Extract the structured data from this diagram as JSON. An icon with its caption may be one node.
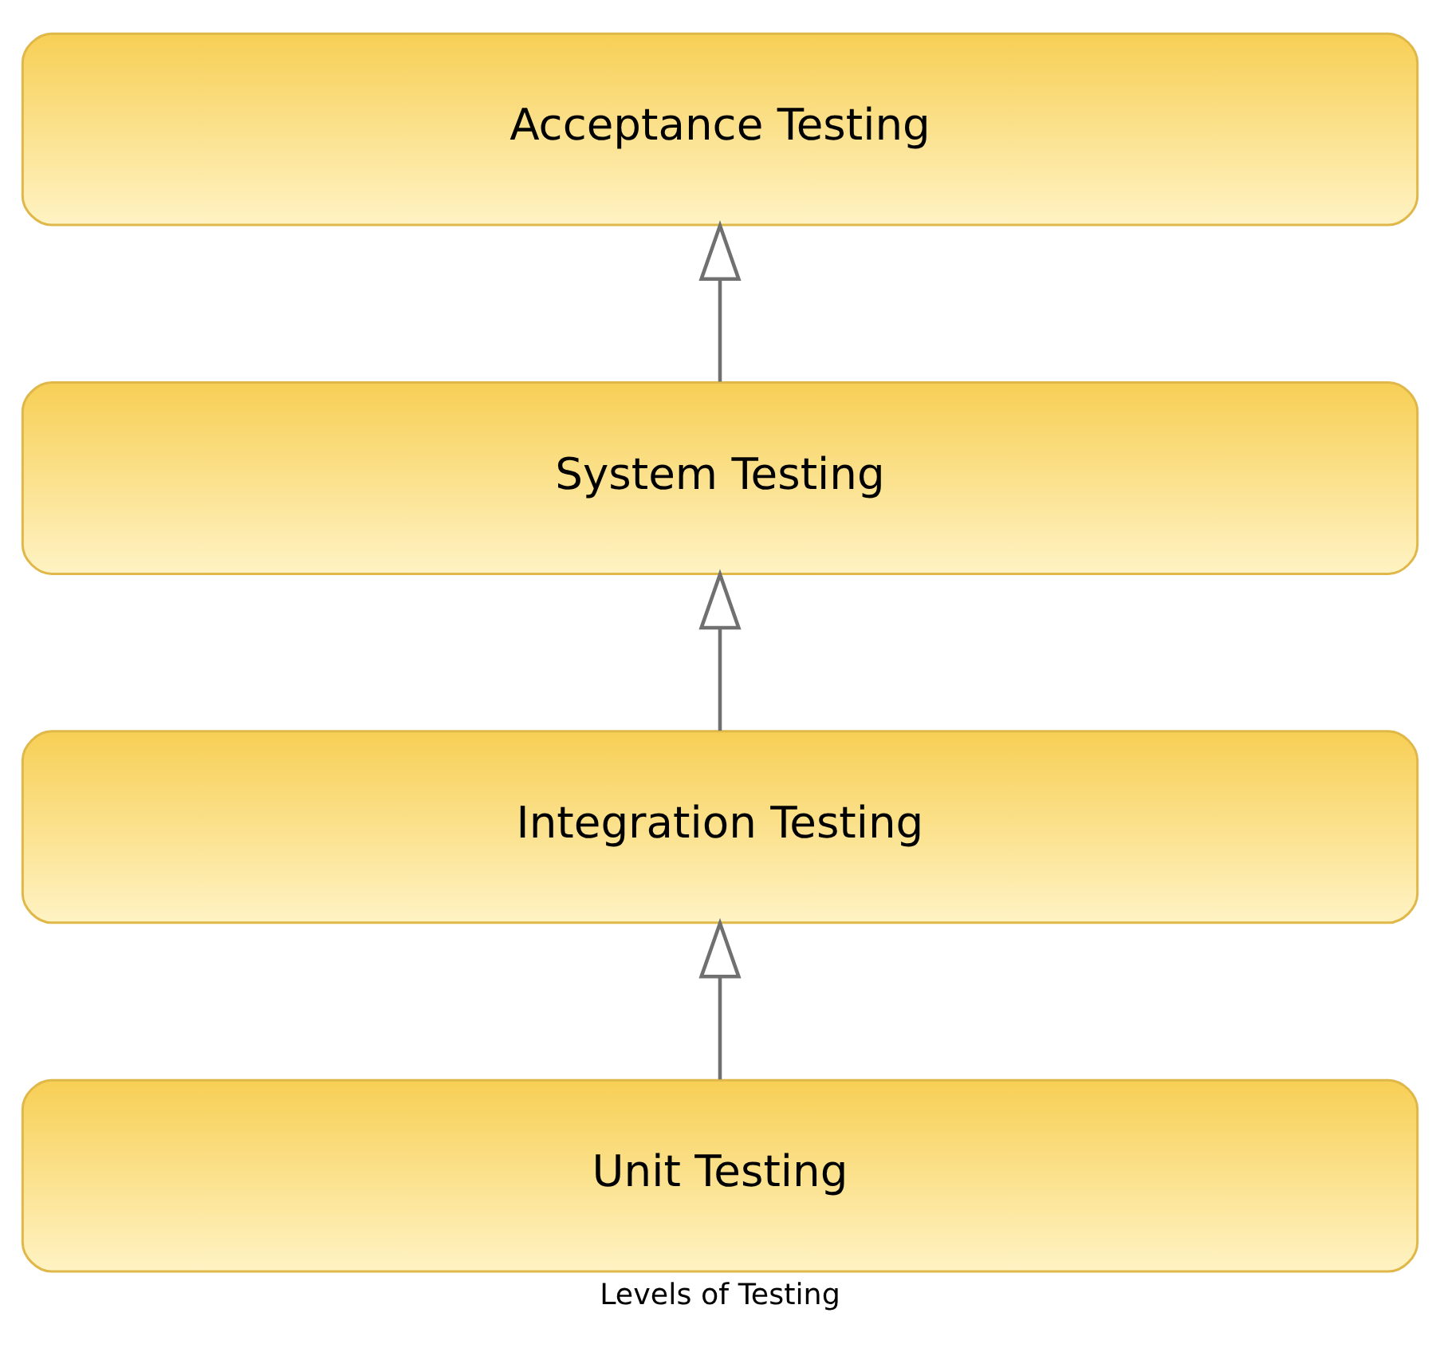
{
  "diagram": {
    "caption": "Levels of Testing",
    "nodes": [
      {
        "text": [
          "Acceptance Testing"
        ]
      },
      {
        "text": [
          "System Testing"
        ]
      },
      {
        "text": [
          "Integration Testing"
        ]
      },
      {
        "text": [
          "Unit Testing"
        ]
      }
    ],
    "edges": [
      {
        "from": 1,
        "to": 0,
        "arrow": "to"
      },
      {
        "from": 2,
        "to": 1,
        "arrow": "to"
      },
      {
        "from": 3,
        "to": 2,
        "arrow": "to"
      }
    ]
  }
}
